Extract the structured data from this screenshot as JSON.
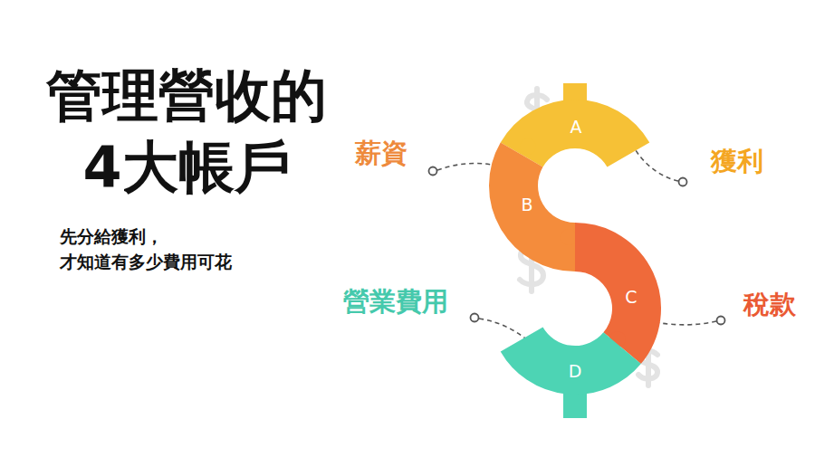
{
  "diagram": {
    "title": "管理營收的 4大帳戶",
    "caption": "先分給獲利， 才知道有多少費用可花",
    "nodes": [
      {
        "text": [
          "A"
        ]
      },
      {
        "text": [
          "B"
        ]
      },
      {
        "text": [
          "C"
        ]
      },
      {
        "text": [
          "D"
        ]
      }
    ],
    "labels": [
      "薪資",
      "獲利",
      "營業費用",
      "稅款"
    ]
  }
}
